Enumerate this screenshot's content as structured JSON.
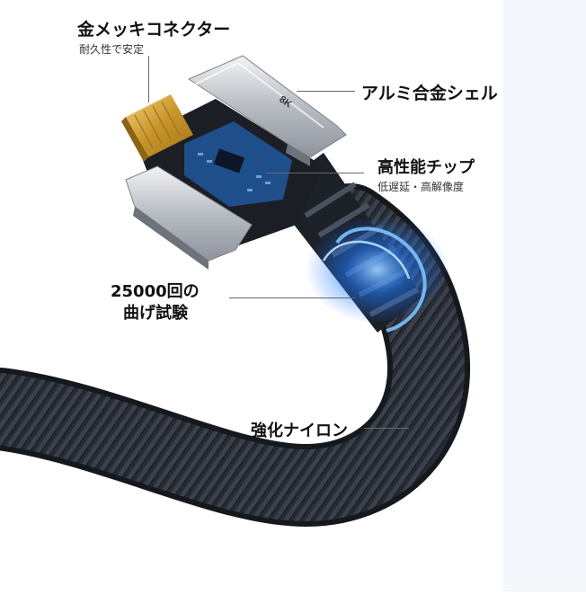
{
  "callouts": {
    "connector": {
      "title": "金メッキコネクター",
      "subtitle": "耐久性で安定"
    },
    "shell": {
      "title": "アルミ合金シェル"
    },
    "chip": {
      "title": "高性能チップ",
      "subtitle": "低遅延・高解像度"
    },
    "bend": {
      "line1": "25000回の",
      "line2": "曲げ試験"
    },
    "nylon": {
      "title": "強化ナイロン"
    }
  },
  "product_marks": {
    "shell_text": "8K"
  },
  "colors": {
    "cable": "#2b2f36",
    "braid_highlight": "#5a6270",
    "shell_silver": "#c9ccd1",
    "gold_contact": "#d6a531",
    "pcb_blue": "#1f4f8a",
    "glow": "#1f7bff",
    "background": "#ffffff"
  }
}
